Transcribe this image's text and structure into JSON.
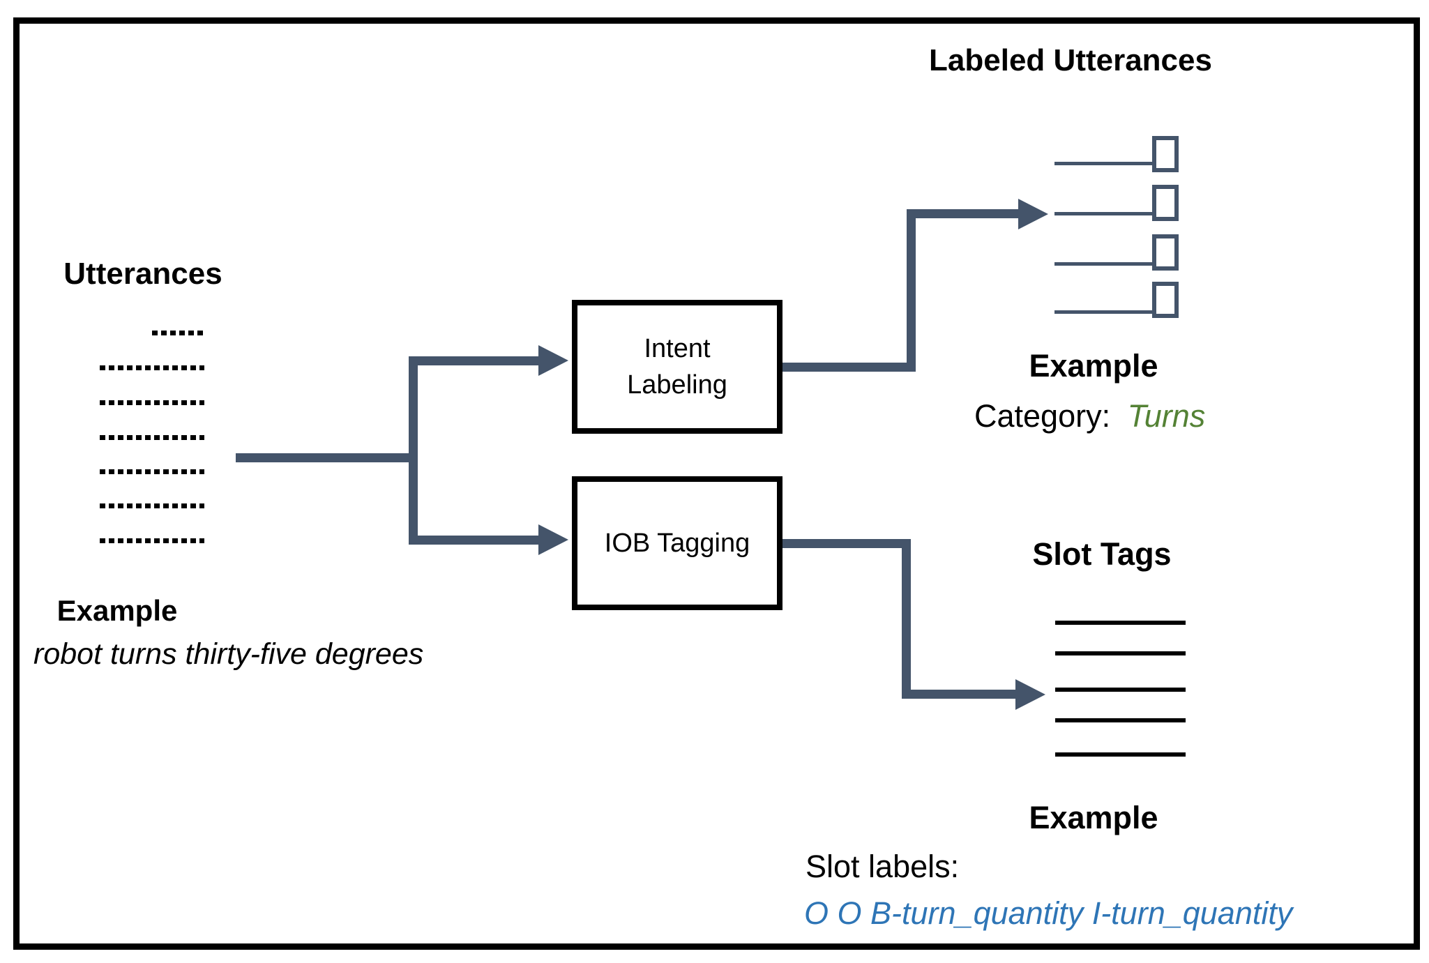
{
  "left": {
    "heading": "Utterances",
    "utterance_line_count": 7,
    "example_heading": "Example",
    "example_text": "robot turns thirty-five degrees"
  },
  "process": {
    "intent_label_line1": "Intent",
    "intent_label_line2": "Labeling",
    "iob_label": "IOB Tagging"
  },
  "labeled_output": {
    "heading": "Labeled Utterances",
    "item_count": 4,
    "example_heading": "Example",
    "category_label": "Category:",
    "category_value": "Turns"
  },
  "slot_output": {
    "heading": "Slot Tags",
    "line_count": 5,
    "example_heading": "Example",
    "slot_label": "Slot labels:",
    "slot_value": "O O B-turn_quantity I-turn_quantity"
  },
  "colors": {
    "arrow": "#44546A",
    "category_green": "#548235",
    "slot_blue": "#2E75B6",
    "line_black": "#000000"
  }
}
